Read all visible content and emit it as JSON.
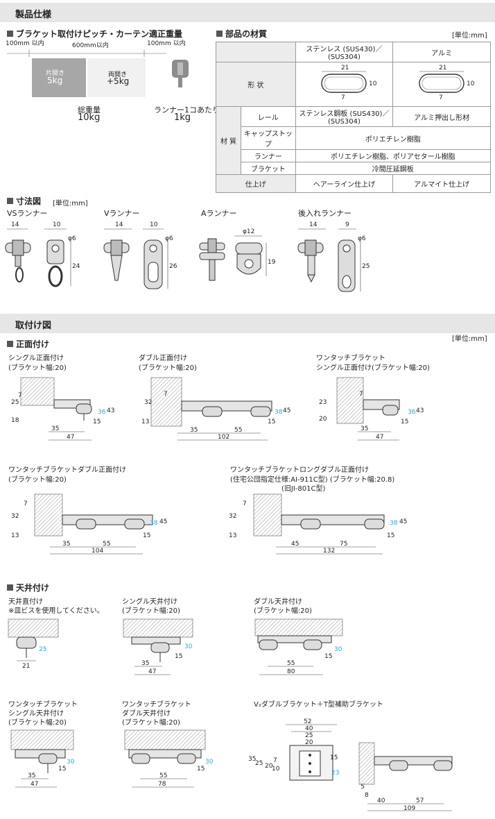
{
  "spec_section": {
    "title": "製品仕様"
  },
  "bracket_pitch": {
    "heading": "ブラケット取付けピッチ・カーテン適正重量",
    "left_limit": "100mm 以内",
    "middle_limit": "600mm以内",
    "right_limit": "100mm 以内",
    "single_open_label": "片開き",
    "single_open_weight": "5kg",
    "double_open_label": "両開き",
    "double_open_weight": "+5kg",
    "total_label": "総重量",
    "total_value": "10kg",
    "runner_label": "ランナー1コあたり",
    "runner_value": "1kg"
  },
  "materials": {
    "heading": "部品の材質",
    "unit": "[単位:mm]",
    "col_stainless": "ステンレス (SUS430)／(SUS304)",
    "col_aluminum": "アルミ",
    "row_shape": "形 状",
    "shape_dims": {
      "w": "21",
      "h": "10",
      "inner": "7"
    },
    "group_material": "材 質",
    "rows": [
      {
        "label": "レール",
        "stainless": "ステンレス鋼板 (SUS430)／(SUS304)",
        "aluminum": "アルミ押出し形材"
      },
      {
        "label": "キャップストップ",
        "both": "ポリエチレン樹脂"
      },
      {
        "label": "ランナー",
        "both": "ポリエチレン樹脂、ポリアセタール樹脂"
      },
      {
        "label": "ブラケット",
        "both": "冷間圧延鋼板"
      }
    ],
    "finish_label": "仕上げ",
    "finish_stainless": "ヘアーライン仕上げ",
    "finish_aluminum": "アルマイト仕上げ"
  },
  "dimensions": {
    "heading": "寸法図",
    "unit": "[単位:mm]",
    "runners": [
      {
        "name": "VSランナー",
        "w": "14",
        "d": "10",
        "phi": "φ6",
        "h": "24"
      },
      {
        "name": "Vランナー",
        "w": "14",
        "d": "10",
        "phi": "φ6",
        "h": "26"
      },
      {
        "name": "Aランナー",
        "phi": "φ12",
        "h": "19"
      },
      {
        "name": "後入れランナー",
        "w": "14",
        "d": "9",
        "phi": "φ6",
        "h": "25"
      }
    ]
  },
  "install_section": {
    "title": "取付け図",
    "unit": "[単位:mm]"
  },
  "front_mount": {
    "heading": "正面付け",
    "items": [
      {
        "title": "シングル正面付け",
        "sub": "(ブラケット幅:20)",
        "d": [
          "7",
          "25",
          "18",
          "36",
          "43",
          "15",
          "35",
          "47"
        ]
      },
      {
        "title": "ダブル正面付け",
        "sub": "(ブラケット幅:20)",
        "d": [
          "7",
          "32",
          "13",
          "38",
          "45",
          "15",
          "35",
          "55",
          "102"
        ]
      },
      {
        "title": "ワンタッチブラケット",
        "sub": "シングル正面付け(ブラケット幅:20)",
        "d": [
          "7",
          "23",
          "20",
          "36",
          "43",
          "15",
          "35",
          "47"
        ]
      },
      {
        "title": "ワンタッチブラケットダブル正面付け",
        "sub": "(ブラケット幅:20)",
        "d": [
          "7",
          "32",
          "13",
          "38",
          "45",
          "15",
          "35",
          "55",
          "104"
        ]
      },
      {
        "title": "ワンタッチブラケットロングダブル正面付け",
        "sub": "(住宅公団指定仕様:AI-911C型) (ブラケット幅:20.8)",
        "sub2": "(旧JI-801C型)",
        "d": [
          "7",
          "32",
          "13",
          "38",
          "45",
          "15",
          "45",
          "75",
          "132"
        ]
      }
    ]
  },
  "ceiling_mount": {
    "heading": "天井付け",
    "items": [
      {
        "title": "天井直付け",
        "sub": "※皿ビスを使用してください。",
        "d": [
          "25",
          "21"
        ]
      },
      {
        "title": "シングル天井付け",
        "sub": "(ブラケット幅:20)",
        "d": [
          "30",
          "15",
          "35",
          "47"
        ]
      },
      {
        "title": "ダブル天井付け",
        "sub": "(ブラケット幅:20)",
        "d": [
          "30",
          "15",
          "55",
          "80"
        ]
      },
      {
        "title": "ワンタッチブラケット",
        "sub": "シングル天井付け",
        "sub2": "(ブラケット幅:20)",
        "d": [
          "30",
          "15",
          "35",
          "47"
        ]
      },
      {
        "title": "ワンタッチブラケット",
        "sub": "ダブル天井付け",
        "sub2": "(ブラケット幅:20)",
        "d": [
          "30",
          "15",
          "55",
          "78"
        ]
      },
      {
        "title": "V₂ダブルブラケット＋T型補助ブラケット",
        "d": [
          "52",
          "40",
          "25",
          "20",
          "35",
          "25",
          "20",
          "7",
          "10",
          "15",
          "23",
          "5",
          "8",
          "40",
          "57",
          "109"
        ]
      }
    ]
  }
}
